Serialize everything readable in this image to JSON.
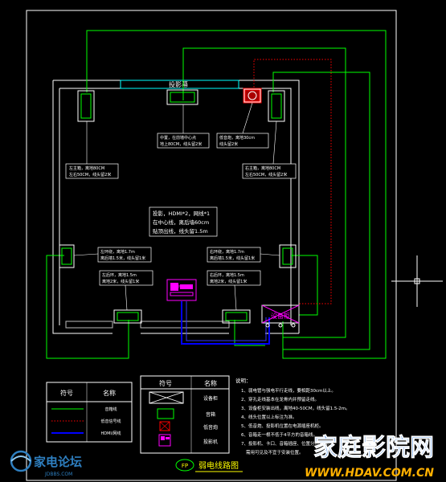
{
  "title": "弱电线路图",
  "title_tag": "FP",
  "room": {
    "screen_label": "投影幕"
  },
  "annotations": {
    "front_left": [
      "左主箱，离地80CM",
      "左右50CM，线头留2米"
    ],
    "front_center": [
      "中置，在前墙中心点",
      "地上80CM，线头留2米"
    ],
    "subwoofer": [
      "低音炮，离地30cm",
      "线头留2米"
    ],
    "front_right": [
      "右主箱，离地80CM",
      "左右50CM，线头留2米"
    ],
    "projector": [
      "投影，HDMI*2，网线*1",
      "在中心线，离后墙60cm",
      "贴顶出线，线头留1.5m"
    ],
    "surround_left": [
      "左环绕，离地1.7m",
      "离后墙1.5米，线头留1米"
    ],
    "surround_right": [
      "右环绕，离地1.7m",
      "离后墙1.5米，线头留1米"
    ],
    "back_left": [
      "左后环，离地1.5m",
      "离地2米，线头留1米"
    ],
    "back_right": [
      "右后环，离地1.5m",
      "离地2米，线头留1米"
    ],
    "equipment_rack": "设备柜",
    "projector_box": "投影机"
  },
  "legend_lines": {
    "header_symbol": "符号",
    "header_name": "名称",
    "items": [
      "音箱线",
      "低音信号线",
      "HDMI/网线"
    ]
  },
  "legend_symbols": {
    "header_symbol": "符号",
    "header_name": "名称",
    "items": [
      "设备柜",
      "音箱",
      "低音炮",
      "投影机"
    ]
  },
  "notes": {
    "heading": "说明：",
    "items": [
      "1、弱电管与强电平行走线，要相距30cm以上。",
      "2、穿孔走线基本在龙骨内并预留走线。",
      "3、设备柜安装出线，离地40-50CM，线头留1.5-2m。",
      "4、线头位置以上标注为准。",
      "5、低音炮、投影机位置在电源插座机柜。",
      "6、音箱走一根不低于4平方的音箱线。",
      "7、投影机、卡口、音箱插座、位置分布走线。",
      "需用可见及不宜于安装位置。"
    ]
  },
  "watermarks": {
    "left_brand": "家电论坛",
    "left_url": "JDBBS.COM",
    "right_brand": "家庭影院网",
    "right_url": "WWW.HDAV.COM.CN"
  },
  "colors": {
    "background": "#000000",
    "speaker_line": "#00ff00",
    "sub_line": "#ff0000",
    "hdmi_line": "#0000ff",
    "wall": "#ffffff",
    "screen": "#00ffff",
    "projector": "#ff00ff",
    "text": "#ffffff",
    "watermark_right": "#1e6fd9",
    "watermark_left": "#2e7fc0"
  }
}
